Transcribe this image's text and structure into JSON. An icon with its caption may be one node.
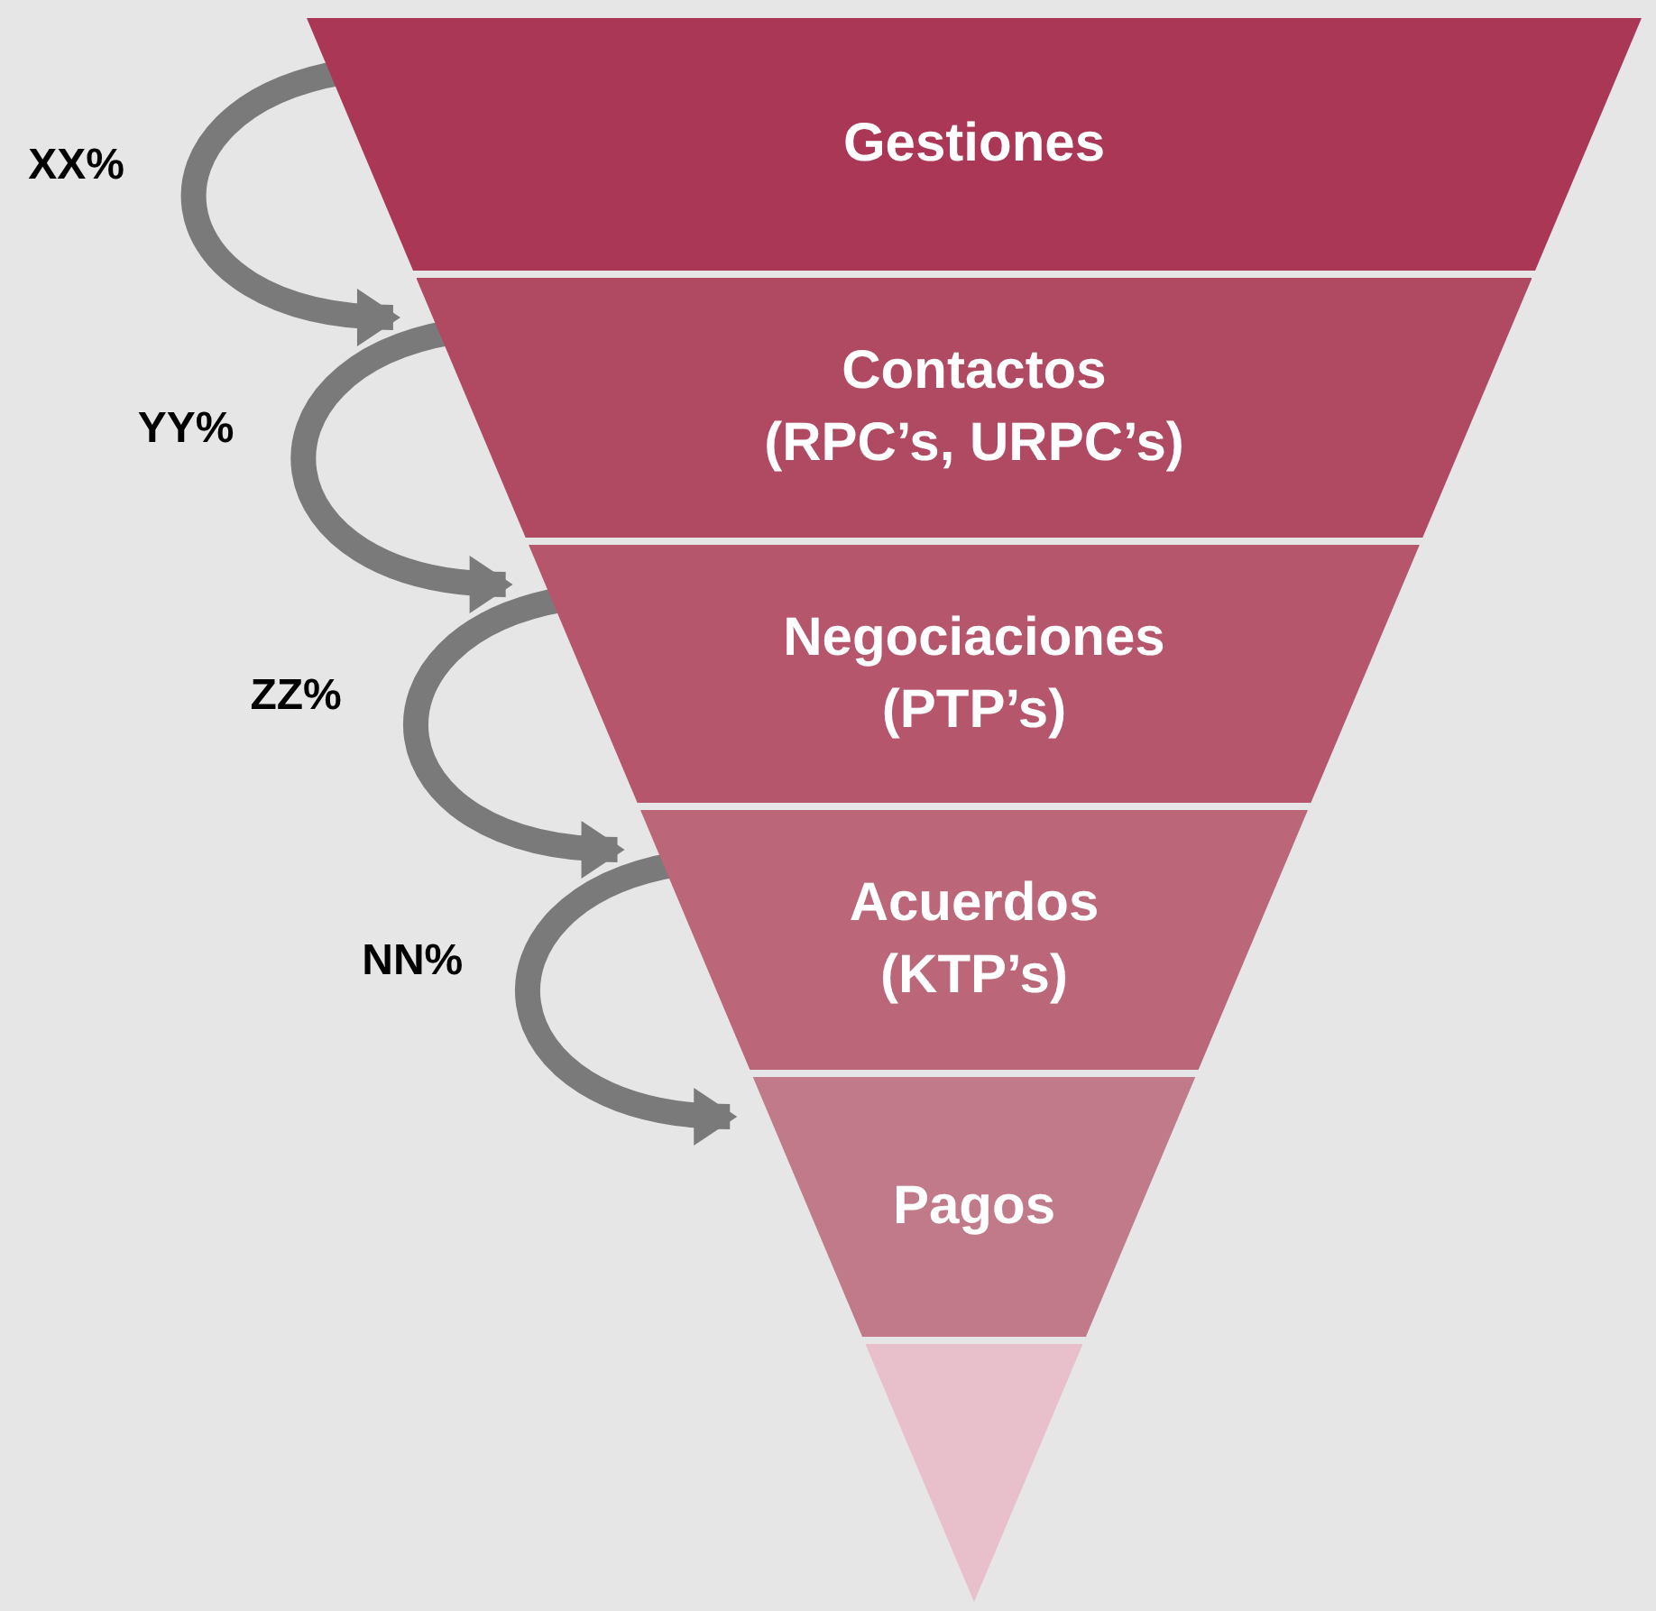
{
  "diagram": {
    "nodes": [
      {
        "text": [
          "Gestiones"
        ]
      },
      {
        "text": [
          "Contactos",
          "(RPC’s, URPC’s)"
        ]
      },
      {
        "text": [
          "Negociaciones",
          "(PTP’s)"
        ]
      },
      {
        "text": [
          "Acuerdos",
          "(KTP’s)"
        ]
      },
      {
        "text": [
          "Pagos"
        ]
      },
      {
        "text": [],
        "shape": "triangle"
      }
    ],
    "edges": [
      {
        "from": 0,
        "to": 1,
        "arrow": "to",
        "label": "XX%"
      },
      {
        "from": 1,
        "to": 2,
        "arrow": "to",
        "label": "YY%"
      },
      {
        "from": 2,
        "to": 3,
        "arrow": "to",
        "label": "ZZ%"
      },
      {
        "from": 3,
        "to": 4,
        "arrow": "to",
        "label": "NN%"
      }
    ]
  }
}
